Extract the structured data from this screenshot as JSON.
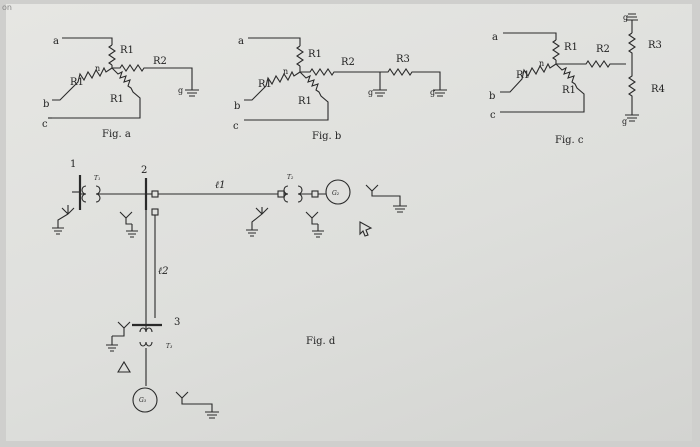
{
  "corner_text": "on",
  "fig_a": {
    "caption": "Fig. a",
    "terminals": {
      "a": "a",
      "b": "b",
      "c": "c"
    },
    "node_n": "n",
    "node_g": "g",
    "resistors": {
      "r1_top": "R1",
      "r1_left": "R1",
      "r1_bottom": "R1",
      "r2": "R2"
    }
  },
  "fig_b": {
    "caption": "Fig. b",
    "terminals": {
      "a": "a",
      "b": "b",
      "c": "c"
    },
    "node_n": "n",
    "node_g1": "g",
    "node_g2": "g",
    "resistors": {
      "r1_top": "R1",
      "r1_left": "R1",
      "r1_bottom": "R1",
      "r2": "R2",
      "r3": "R3"
    }
  },
  "fig_c": {
    "caption": "Fig. c",
    "terminals": {
      "a": "a",
      "b": "b",
      "c": "c"
    },
    "node_n": "n",
    "node_g_top": "g",
    "node_g_bottom": "g",
    "resistors": {
      "r1_top": "R1",
      "r1_left": "R1",
      "r1_bottom": "R1",
      "r2": "R2",
      "r3": "R3",
      "r4": "R4"
    }
  },
  "fig_d": {
    "caption": "Fig. d",
    "bus1": "1",
    "bus2": "2",
    "bus3": "3",
    "line1": "ℓ1",
    "line2": "ℓ2",
    "t1": "T₁",
    "t2": "T₂",
    "t3": "T₃",
    "g2": "G₂",
    "g3": "G₃"
  }
}
